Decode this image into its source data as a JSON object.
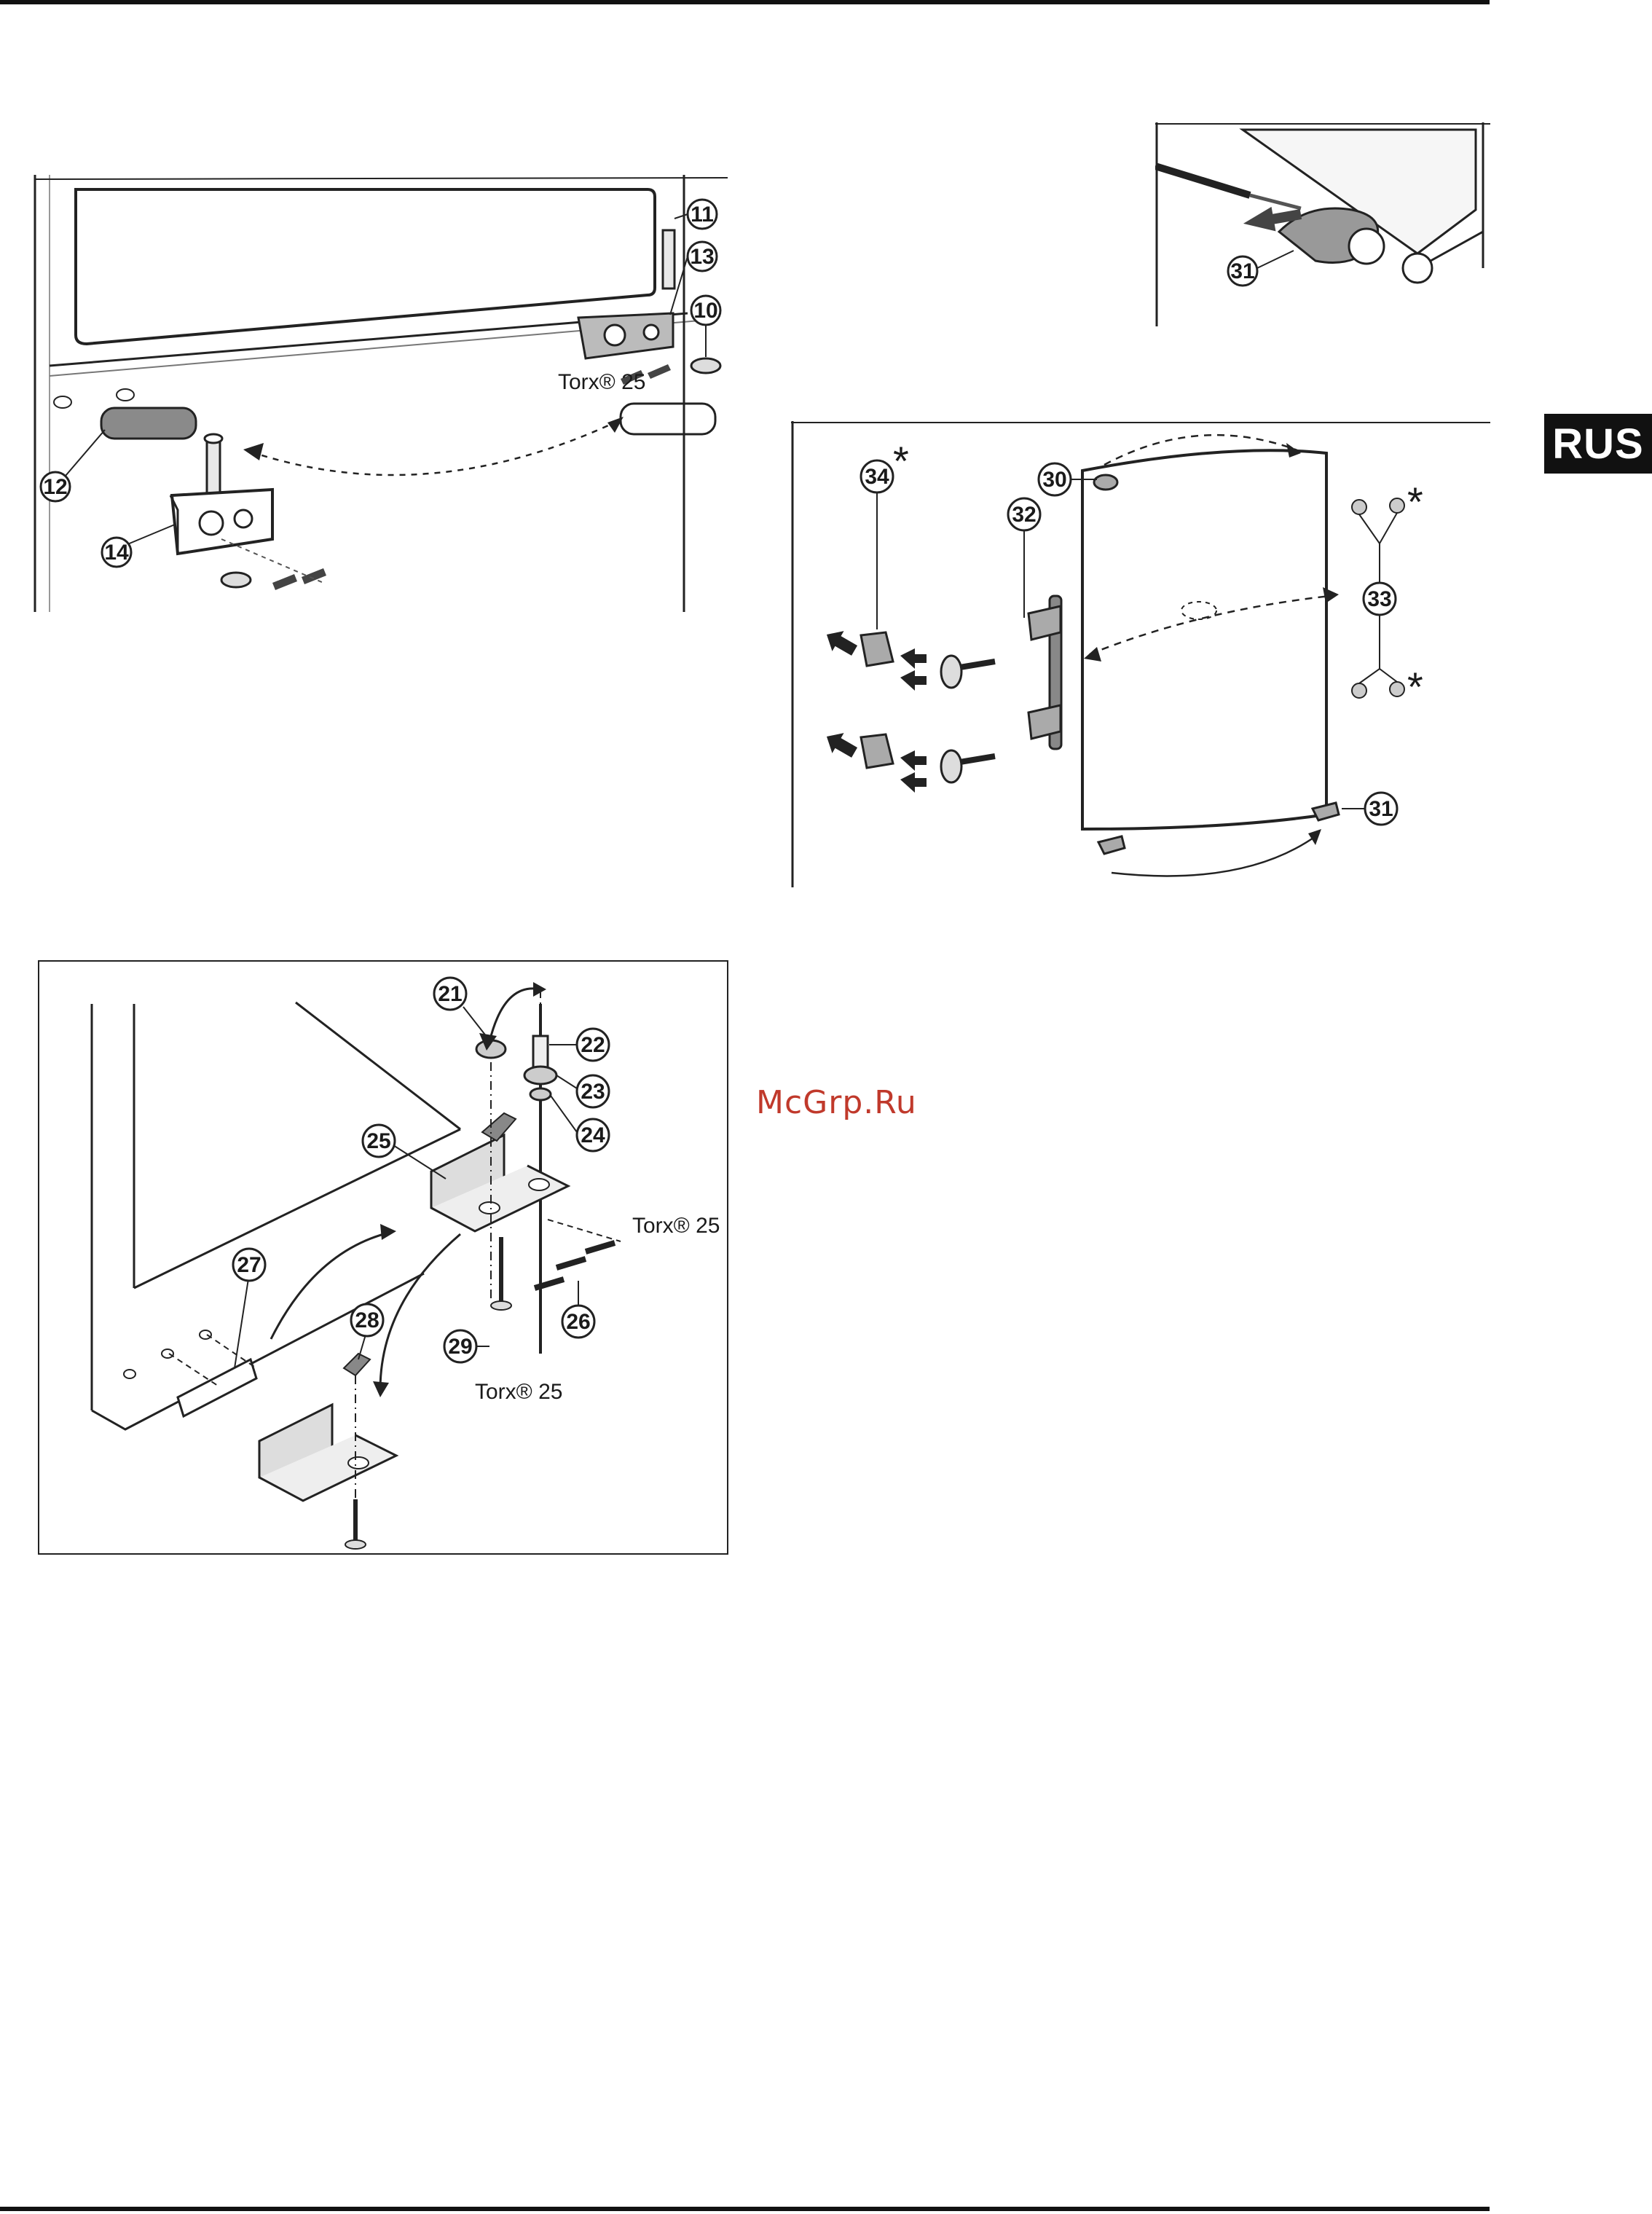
{
  "page": {
    "language_tab": "RUS",
    "watermark": "McGrp.Ru"
  },
  "figure_top_left": {
    "callouts": [
      "11",
      "13",
      "10",
      "12",
      "14"
    ],
    "torx_label": "Torx® 25"
  },
  "figure_top_right": {
    "callouts": [
      "31"
    ]
  },
  "figure_door": {
    "callouts": [
      "34",
      "30",
      "32",
      "33",
      "31"
    ],
    "asterisk": "*"
  },
  "figure_bottom_left": {
    "callouts": [
      "21",
      "22",
      "23",
      "24",
      "25",
      "26",
      "27",
      "28",
      "29"
    ],
    "torx_label_1": "Torx® 25",
    "torx_label_2": "Torx® 25"
  }
}
